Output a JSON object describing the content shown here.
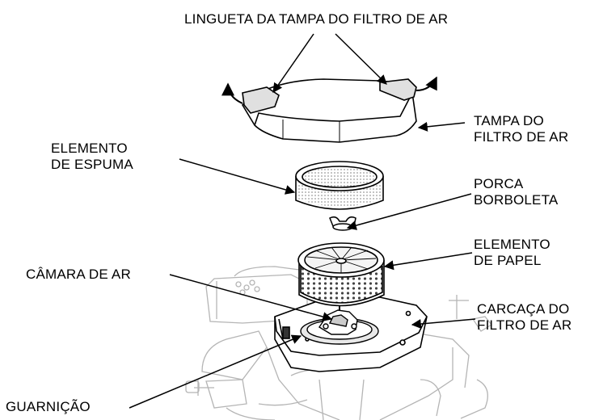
{
  "labels": {
    "tab_cover": "LINGUETA DA TAMPA DO FILTRO DE AR",
    "cover": [
      "TAMPA DO",
      "FILTRO DE AR"
    ],
    "foam": [
      "ELEMENTO",
      "DE ESPUMA"
    ],
    "wing_nut": [
      "PORCA",
      "BORBOLETA"
    ],
    "paper": [
      "ELEMENTO",
      "DE PAPEL"
    ],
    "air_chamber": "CÂMARA DE AR",
    "housing": [
      "CARCAÇA DO",
      "FILTRO DE AR"
    ],
    "gasket": "GUARNIÇÃO"
  },
  "colors": {
    "line": "#000000",
    "ghost": "#b8b8b8",
    "fill": "#ffffff",
    "shade": "#d0d0d0"
  }
}
